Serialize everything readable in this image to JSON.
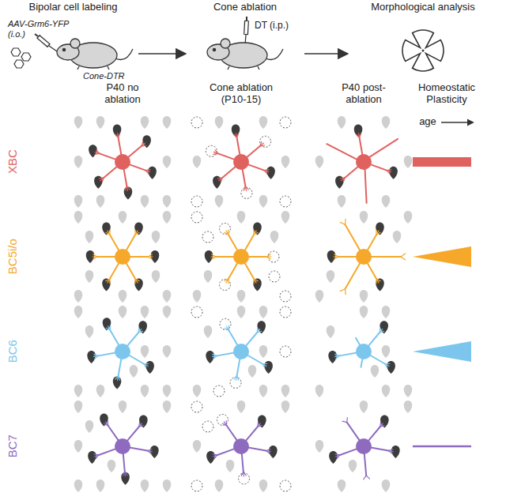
{
  "diagram": {
    "nodes": [
      {
        "text": [
          "Bipolar cell labeling",
          "AAV-Grm6-YFP (i.o.)",
          "Cone-DTR"
        ]
      },
      {
        "text": [
          "Cone ablation",
          "DT (i.p.)"
        ]
      },
      {
        "text": [
          "Morphological analysis"
        ]
      }
    ],
    "edges": [
      {
        "from": 0,
        "to": 1,
        "arrow": "to"
      },
      {
        "from": 1,
        "to": 2,
        "arrow": "to"
      }
    ],
    "labels": [
      "P40 no ablation",
      "Cone ablation (P10-15)",
      "P40 post-ablation",
      "Homeostatic Plasticity",
      "age",
      "XBC",
      "BC5i/o",
      "BC6",
      "BC7"
    ]
  }
}
